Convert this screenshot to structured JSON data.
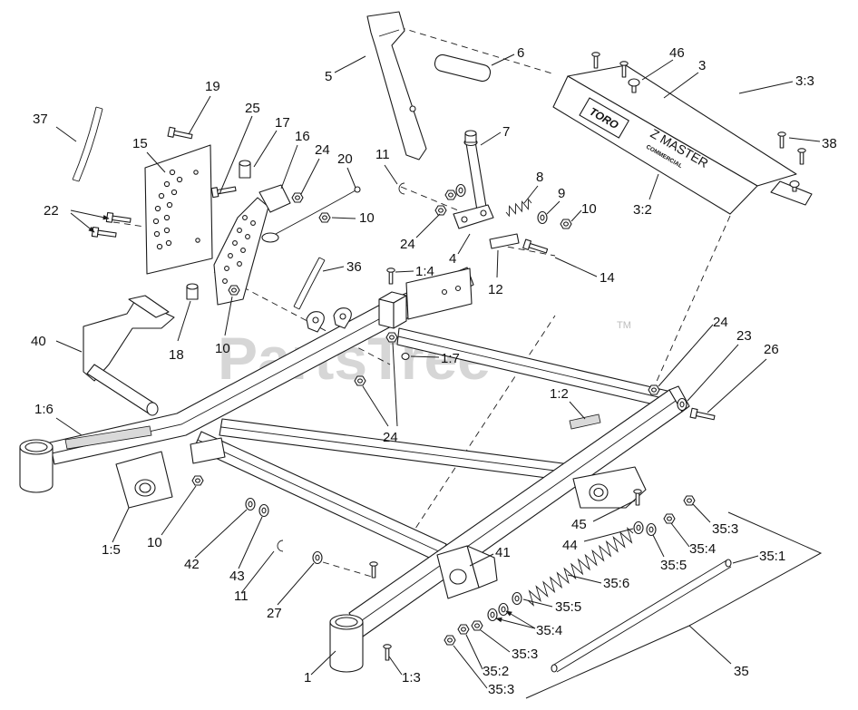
{
  "watermark": {
    "text": "PartsTree",
    "tm": "TM"
  },
  "panel": {
    "brand": "TORO",
    "model": "Z MASTER",
    "sub": "COMMERCIAL"
  },
  "callouts": [
    "37",
    "19",
    "25",
    "17",
    "16",
    "24",
    "20",
    "15",
    "22",
    "10",
    "11",
    "5",
    "6",
    "46",
    "3",
    "3:3",
    "7",
    "8",
    "9",
    "10",
    "38",
    "3:2",
    "24",
    "4",
    "14",
    "12",
    "36",
    "1:4",
    "18",
    "10",
    "40",
    "1:7",
    "24",
    "23",
    "26",
    "24",
    "1:6",
    "1:2",
    "45",
    "35:3",
    "44",
    "35:4",
    "35:5",
    "35:1",
    "41",
    "35:6",
    "35:5",
    "35:4",
    "35:3",
    "35:2",
    "35:3",
    "1:5",
    "10",
    "42",
    "43",
    "11",
    "27",
    "1",
    "1:3",
    "35"
  ]
}
